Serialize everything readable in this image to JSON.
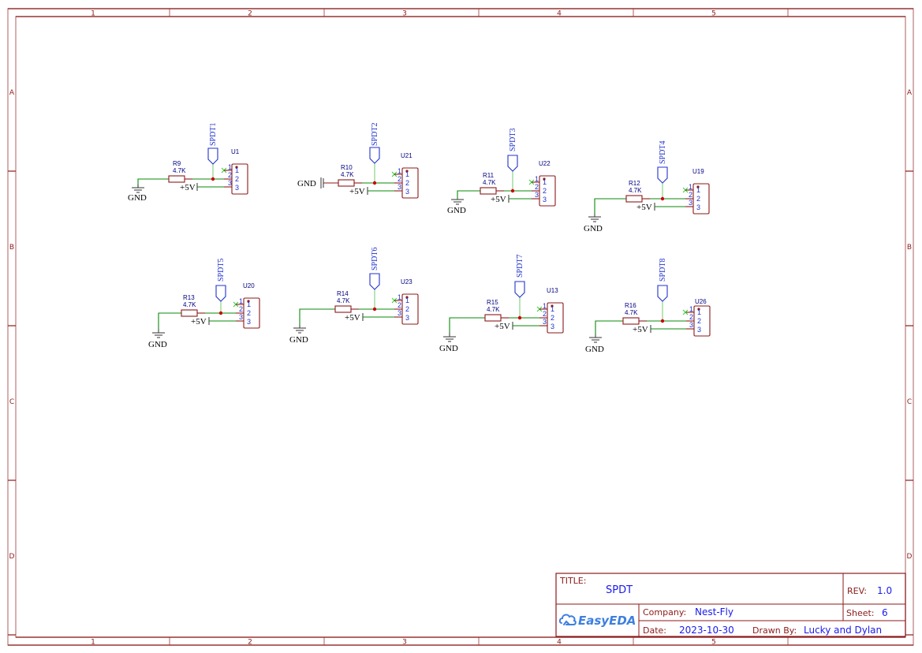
{
  "sheet": {
    "columns": [
      "1",
      "2",
      "3",
      "4",
      "5"
    ],
    "rows": [
      "A",
      "B",
      "C",
      "D"
    ]
  },
  "circuits": [
    {
      "resistor": "R9",
      "value": "4.7K",
      "net": "SPDT1",
      "connector": "U1",
      "power": "+5V",
      "ground": "GND",
      "pins": [
        "1",
        "2",
        "3"
      ]
    },
    {
      "resistor": "R10",
      "value": "4.7K",
      "net": "SPDT2",
      "connector": "U21",
      "power": "+5V",
      "ground": "GND",
      "pins": [
        "1",
        "2",
        "3"
      ]
    },
    {
      "resistor": "R11",
      "value": "4.7K",
      "net": "SPDT3",
      "connector": "U22",
      "power": "+5V",
      "ground": "GND",
      "pins": [
        "1",
        "2",
        "3"
      ]
    },
    {
      "resistor": "R12",
      "value": "4.7K",
      "net": "SPDT4",
      "connector": "U19",
      "power": "+5V",
      "ground": "GND",
      "pins": [
        "1",
        "2",
        "3"
      ]
    },
    {
      "resistor": "R13",
      "value": "4.7K",
      "net": "SPDT5",
      "connector": "U20",
      "power": "+5V",
      "ground": "GND",
      "pins": [
        "1",
        "2",
        "3"
      ]
    },
    {
      "resistor": "R14",
      "value": "4.7K",
      "net": "SPDT6",
      "connector": "U23",
      "power": "+5V",
      "ground": "GND",
      "pins": [
        "1",
        "2",
        "3"
      ]
    },
    {
      "resistor": "R15",
      "value": "4.7K",
      "net": "SPDT7",
      "connector": "U13",
      "power": "+5V",
      "ground": "GND",
      "pins": [
        "1",
        "2",
        "3"
      ]
    },
    {
      "resistor": "R16",
      "value": "4.7K",
      "net": "SPDT8",
      "connector": "U26",
      "power": "+5V",
      "ground": "GND",
      "pins": [
        "1",
        "2",
        "3"
      ]
    }
  ],
  "titleblock": {
    "title_label": "TITLE:",
    "title": "SPDT",
    "rev_label": "REV:",
    "rev": "1.0",
    "company_label": "Company:",
    "company": "Nest-Fly",
    "sheet_label": "Sheet:",
    "sheet": "6",
    "date_label": "Date:",
    "date": "2023-10-30",
    "drawn_label": "Drawn By:",
    "drawn_by": "Lucky and Dylan",
    "logo": "EasyEDA"
  }
}
